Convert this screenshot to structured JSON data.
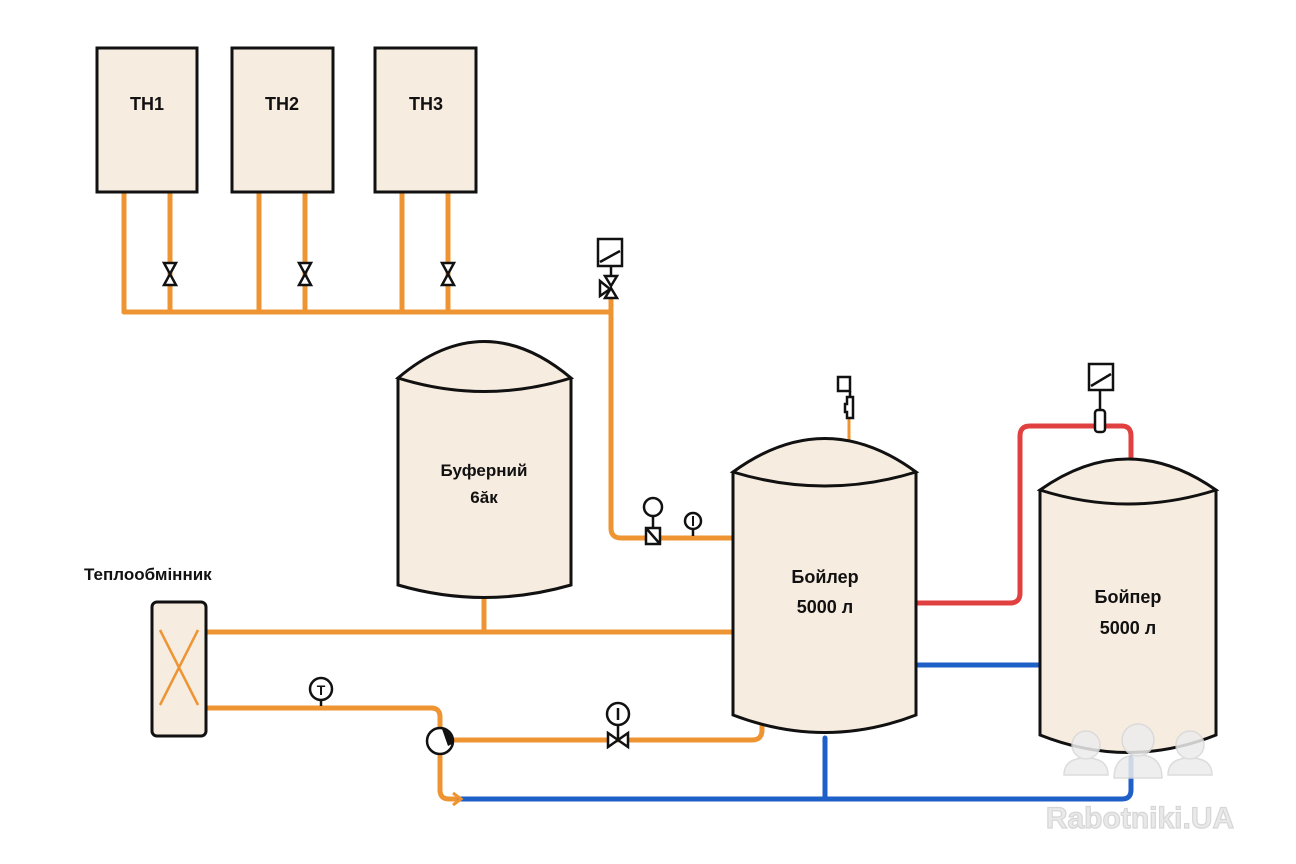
{
  "diagram": {
    "title": "Heat pump system schematic",
    "colors": {
      "supply_orange": "#ee9433",
      "hot_red": "#e0403f",
      "cold_blue": "#1f5fc8",
      "equipment_fill": "#f7ece0",
      "outline": "#111111"
    },
    "heat_pumps": [
      {
        "id": "th1",
        "label": "TH1"
      },
      {
        "id": "th2",
        "label": "TH2"
      },
      {
        "id": "th3",
        "label": "TH3"
      }
    ],
    "buffer_tank": {
      "line1": "Буферний",
      "line2": "6ăк"
    },
    "boiler_1": {
      "line1": "Бойлер",
      "line2": "5000 л"
    },
    "boiler_2": {
      "line1": "Бойпер",
      "line2": "5000 л"
    },
    "heat_exchanger": {
      "label": "Теплообмінник"
    },
    "sensors": {
      "temp_sensor_label": "T",
      "pressure_sensor_label": "I"
    },
    "watermark": "Rabotniki.UA"
  }
}
